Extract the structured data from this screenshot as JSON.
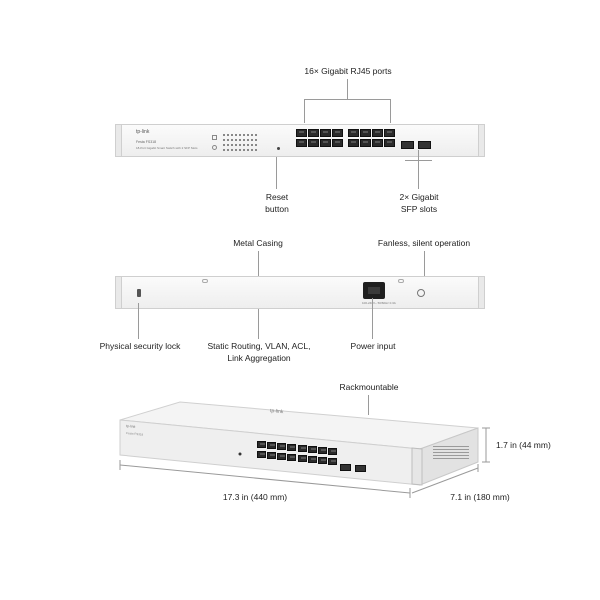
{
  "labels": {
    "ports_rj45": "16× Gigabit RJ45 ports",
    "reset_line1": "Reset",
    "reset_line2": "button",
    "sfp_line1": "2× Gigabit",
    "sfp_line2": "SFP slots",
    "metal_casing": "Metal Casing",
    "fanless": "Fanless, silent operation",
    "security_lock": "Physical security lock",
    "routing_line1": "Static Routing, VLAN, ACL,",
    "routing_line2": "Link Aggregation",
    "power_input": "Power input",
    "rackmountable": "Rackmountable",
    "height": "1.7 in (44 mm)",
    "width": "17.3 in (440 mm)",
    "depth": "7.1 in (180 mm)"
  },
  "device": {
    "brand": "tp-link",
    "model": "Festa FS318",
    "tagline": "18-Port Gigabit Smart Switch with 2 SFP Slots",
    "power_rating": "100-240V~ 50/60Hz 0.3A"
  }
}
